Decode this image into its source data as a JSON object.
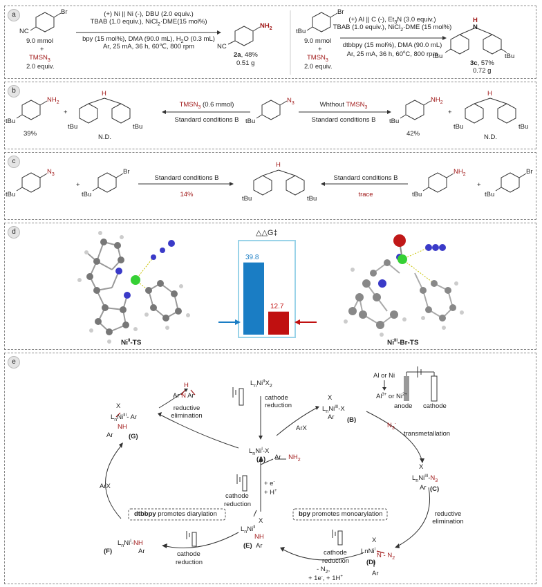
{
  "panels": {
    "a": "a",
    "b": "b",
    "c": "c",
    "d": "d",
    "e": "e"
  },
  "a": {
    "sub_br": "Br",
    "sub_cn": "NC",
    "amount1": "9.0 mmol",
    "plus": "+",
    "tmsn3": "TMSN",
    "n3_sub": "3",
    "equiv2": "2.0 equiv.",
    "cond1_l1": "(+) Ni || Ni (-), DBU (2.0 equiv.)",
    "cond1_l2": "TBAB (1.0 equiv.), NiCl",
    "cond1_l2b": "·DME(15 mol%)",
    "cond1_l3": "bpy (15 mol%), DMA (90.0 mL), H",
    "cond1_l3b": "O (0.3 mL)",
    "cond1_l4": "Ar, 25 mA, 36 h, 60℃, 800 rpm",
    "prod1_nh2": "NH",
    "prod1_label": "2a",
    "prod1_yield": ", 48%",
    "prod1_mass": "0.51 g",
    "tbu": "tBu",
    "cond2_l1": "(+) Al || C (-), Et",
    "cond2_l1b": "N (3.0 equiv.)",
    "cond2_l2": "TBAB (1.0 equiv.), NiCl",
    "cond2_l2b": "·DME (15 mol%)",
    "cond2_l3": "dtbbpy (15 mol%), DMA (90.0 mL)",
    "cond2_l4": "Ar, 25 mA, 36 h, 60",
    "cond2_l4b": "C, 800 rpm",
    "prod2_h": "H",
    "prod2_n": "N",
    "prod2_label": "3c",
    "prod2_yield": ", 57%",
    "prod2_mass": "0.72 g"
  },
  "b": {
    "left_nh2": "NH",
    "left_yield": "39%",
    "left_nd": "N.D.",
    "arrow_left_top": "TMSN",
    "arrow_left_top2": " (0.6 mmol)",
    "arrow_left_bot": "Standard conditions B",
    "center_n3": "N",
    "arrow_right_top": "Whthout ",
    "arrow_right_top_red": "TMSN",
    "arrow_right_bot": "Standard conditions B",
    "right_yield": "42%",
    "right_nd": "N.D."
  },
  "c": {
    "n3": "N",
    "br": "Br",
    "nh2": "NH",
    "arrow_left_top": "Standard conditions B",
    "arrow_left_bot": "14%",
    "arrow_right_top": "Standard conditions B",
    "arrow_right_bot": "trace"
  },
  "d": {
    "chart_title": "△△G‡",
    "left_label": "Ni",
    "left_label_sup": "II",
    "left_label_suf": "-TS",
    "right_label": "Ni",
    "right_label_sup": "III",
    "right_label_suf": "-Br-TS"
  },
  "chart_data": {
    "type": "bar",
    "title": "△△G‡",
    "categories": [
      "",
      ""
    ],
    "values": [
      39.8,
      12.7
    ],
    "value_labels": [
      "39.8",
      "12.7"
    ],
    "colors": [
      "#1a7dc4",
      "#c01010"
    ],
    "ylim": [
      0,
      45
    ]
  },
  "e": {
    "A_label": "(A)",
    "A_species": "L",
    "B_label": "(B)",
    "C_label": "(C)",
    "D_label": "(D)",
    "E_label": "(E)",
    "F_label": "(F)",
    "G_label": "(G)",
    "start": "L",
    "start_b": "Ni",
    "start_c": "X",
    "cathode_reduction": "cathode",
    "reduction": "reduction",
    "al_or_ni": "Al or Ni",
    "al_ions": "Al",
    "or_ni": " or Ni",
    "anode": "anode",
    "cathode": "cathode",
    "arx": "ArX",
    "n3_minus": "N",
    "transmetallation": "transmetallation",
    "reductive": "reductive",
    "elimination": "elimination",
    "ar_nh2_ar": "Ar",
    "nh2": "NH",
    "e_minus": "+ e",
    "h_plus": "+ H",
    "dtbbpy": "dtbbpy",
    "dtbbpy_rest": " promotes diarylation",
    "bpy": "bpy",
    "bpy_rest": " promotes monoarylation",
    "loss": "- N",
    "loss2": "+ 1e",
    "loss3": ", + 1H",
    "x": "X",
    "ar": "Ar",
    "nh": "NH",
    "n": "N"
  }
}
